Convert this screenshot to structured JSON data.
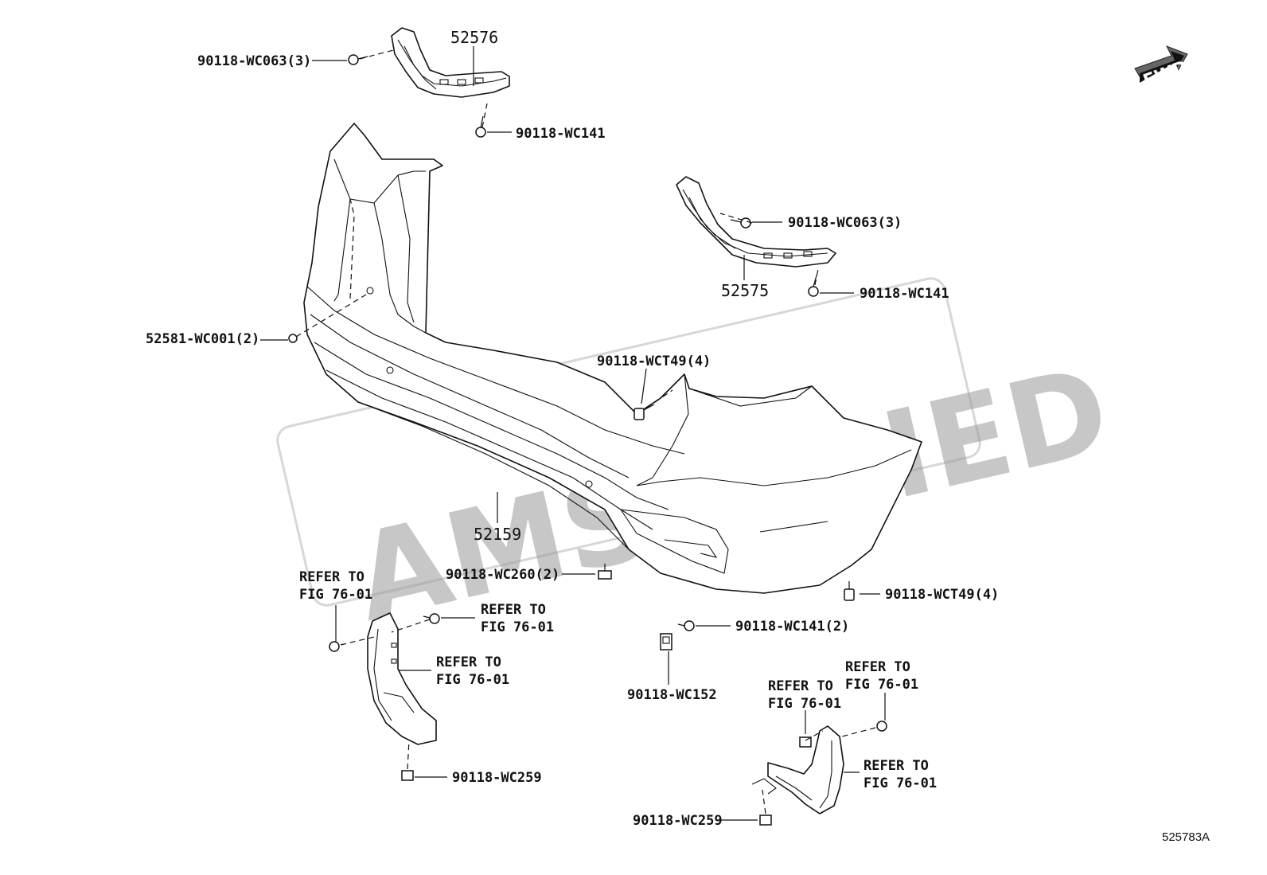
{
  "fwd_label": "FWD",
  "watermark": "AMSALLIED",
  "figure_code": "525783A",
  "labels": {
    "bracket_left_part": "52576",
    "bracket_left_screw": "90118-WC063(3)",
    "bracket_left_clip": "90118-WC141",
    "bracket_right_part": "52575",
    "bracket_right_screw": "90118-WC063(3)",
    "bracket_right_clip": "90118-WC141",
    "bumper_clip": "52581-WC001(2)",
    "bumper_bolt_upper": "90118-WCT49(4)",
    "bumper_cover": "52159",
    "bumper_lower_clip": "90118-WC260(2)",
    "bumper_bolt_right": "90118-WCT49(4)",
    "clip_wc141_2": "90118-WC141(2)",
    "nut_wc152": "90118-WC152",
    "left_flap_clip": "90118-WC259",
    "right_flap_clip": "90118-WC259"
  },
  "refer": {
    "line1": "REFER TO",
    "line2": "FIG 76-01"
  }
}
